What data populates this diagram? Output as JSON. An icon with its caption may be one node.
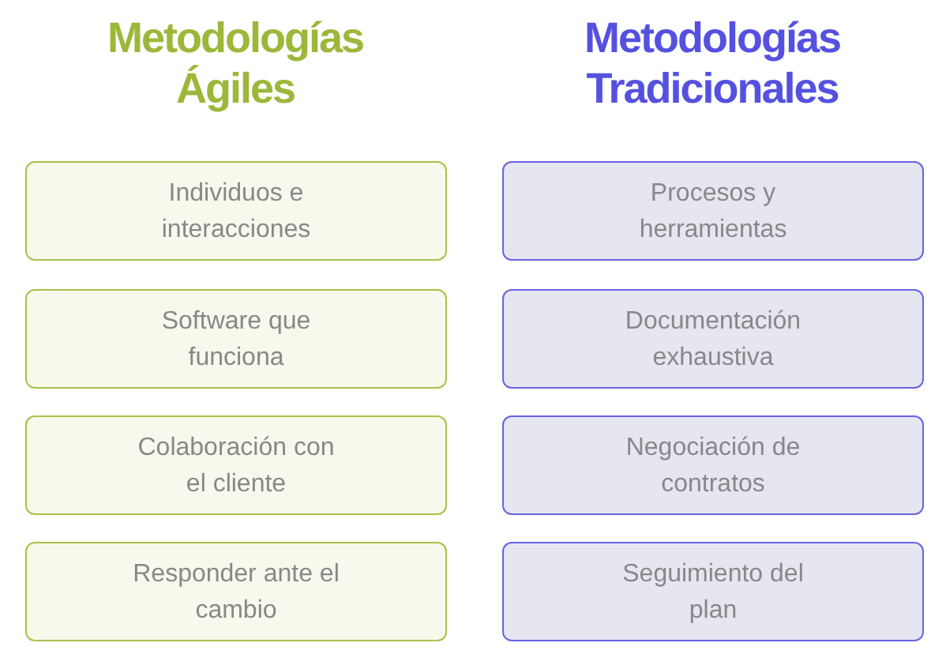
{
  "diagram": {
    "nodes": [
      {
        "text": [
          "Individuos e interacciones"
        ]
      },
      {
        "text": [
          "Software que funciona"
        ]
      },
      {
        "text": [
          "Colaboración con el cliente"
        ]
      },
      {
        "text": [
          "Responder ante el cambio"
        ]
      },
      {
        "text": [
          "Procesos y herramientas"
        ]
      },
      {
        "text": [
          "Documentación exhaustiva"
        ]
      },
      {
        "text": [
          "Negociación de contratos"
        ]
      },
      {
        "text": [
          "Seguimiento del plan"
        ]
      }
    ],
    "edges": [],
    "labels": [
      "Metodologías Ágiles",
      "Metodologías Tradicionales"
    ]
  }
}
